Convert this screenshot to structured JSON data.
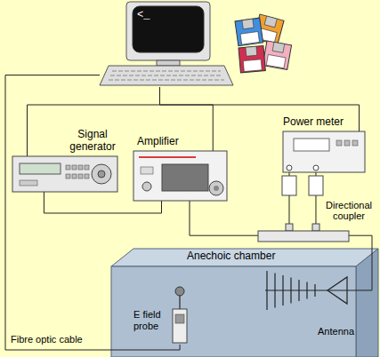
{
  "diagram": {
    "nodes": [
      {
        "text": [
          "<_"
        ]
      },
      {
        "text": [
          "Signal generator"
        ]
      },
      {
        "text": [
          "Amplifier"
        ]
      },
      {
        "text": [
          "Power meter"
        ]
      },
      {
        "text": [
          "Directional coupler"
        ]
      },
      {
        "text": [
          "Anechoic chamber"
        ]
      },
      {
        "text": [
          "E field probe"
        ],
        "in": 5
      },
      {
        "text": [
          "Antenna"
        ],
        "in": 5
      }
    ],
    "edges": [
      {
        "from": 0,
        "to": 1,
        "arrow": "none"
      },
      {
        "from": 0,
        "to": 2,
        "arrow": "none"
      },
      {
        "from": 0,
        "to": 3,
        "arrow": "none"
      },
      {
        "from": 1,
        "to": 2,
        "arrow": "none"
      },
      {
        "from": 2,
        "to": 4,
        "arrow": "none"
      },
      {
        "from": 4,
        "to": 3,
        "arrow": "none"
      },
      {
        "from": 4,
        "to": 3,
        "arrow": "none"
      },
      {
        "from": 4,
        "to": 7,
        "arrow": "none"
      },
      {
        "from": 0,
        "to": 6,
        "label": "Fibre optic cable",
        "arrow": "none"
      }
    ]
  }
}
